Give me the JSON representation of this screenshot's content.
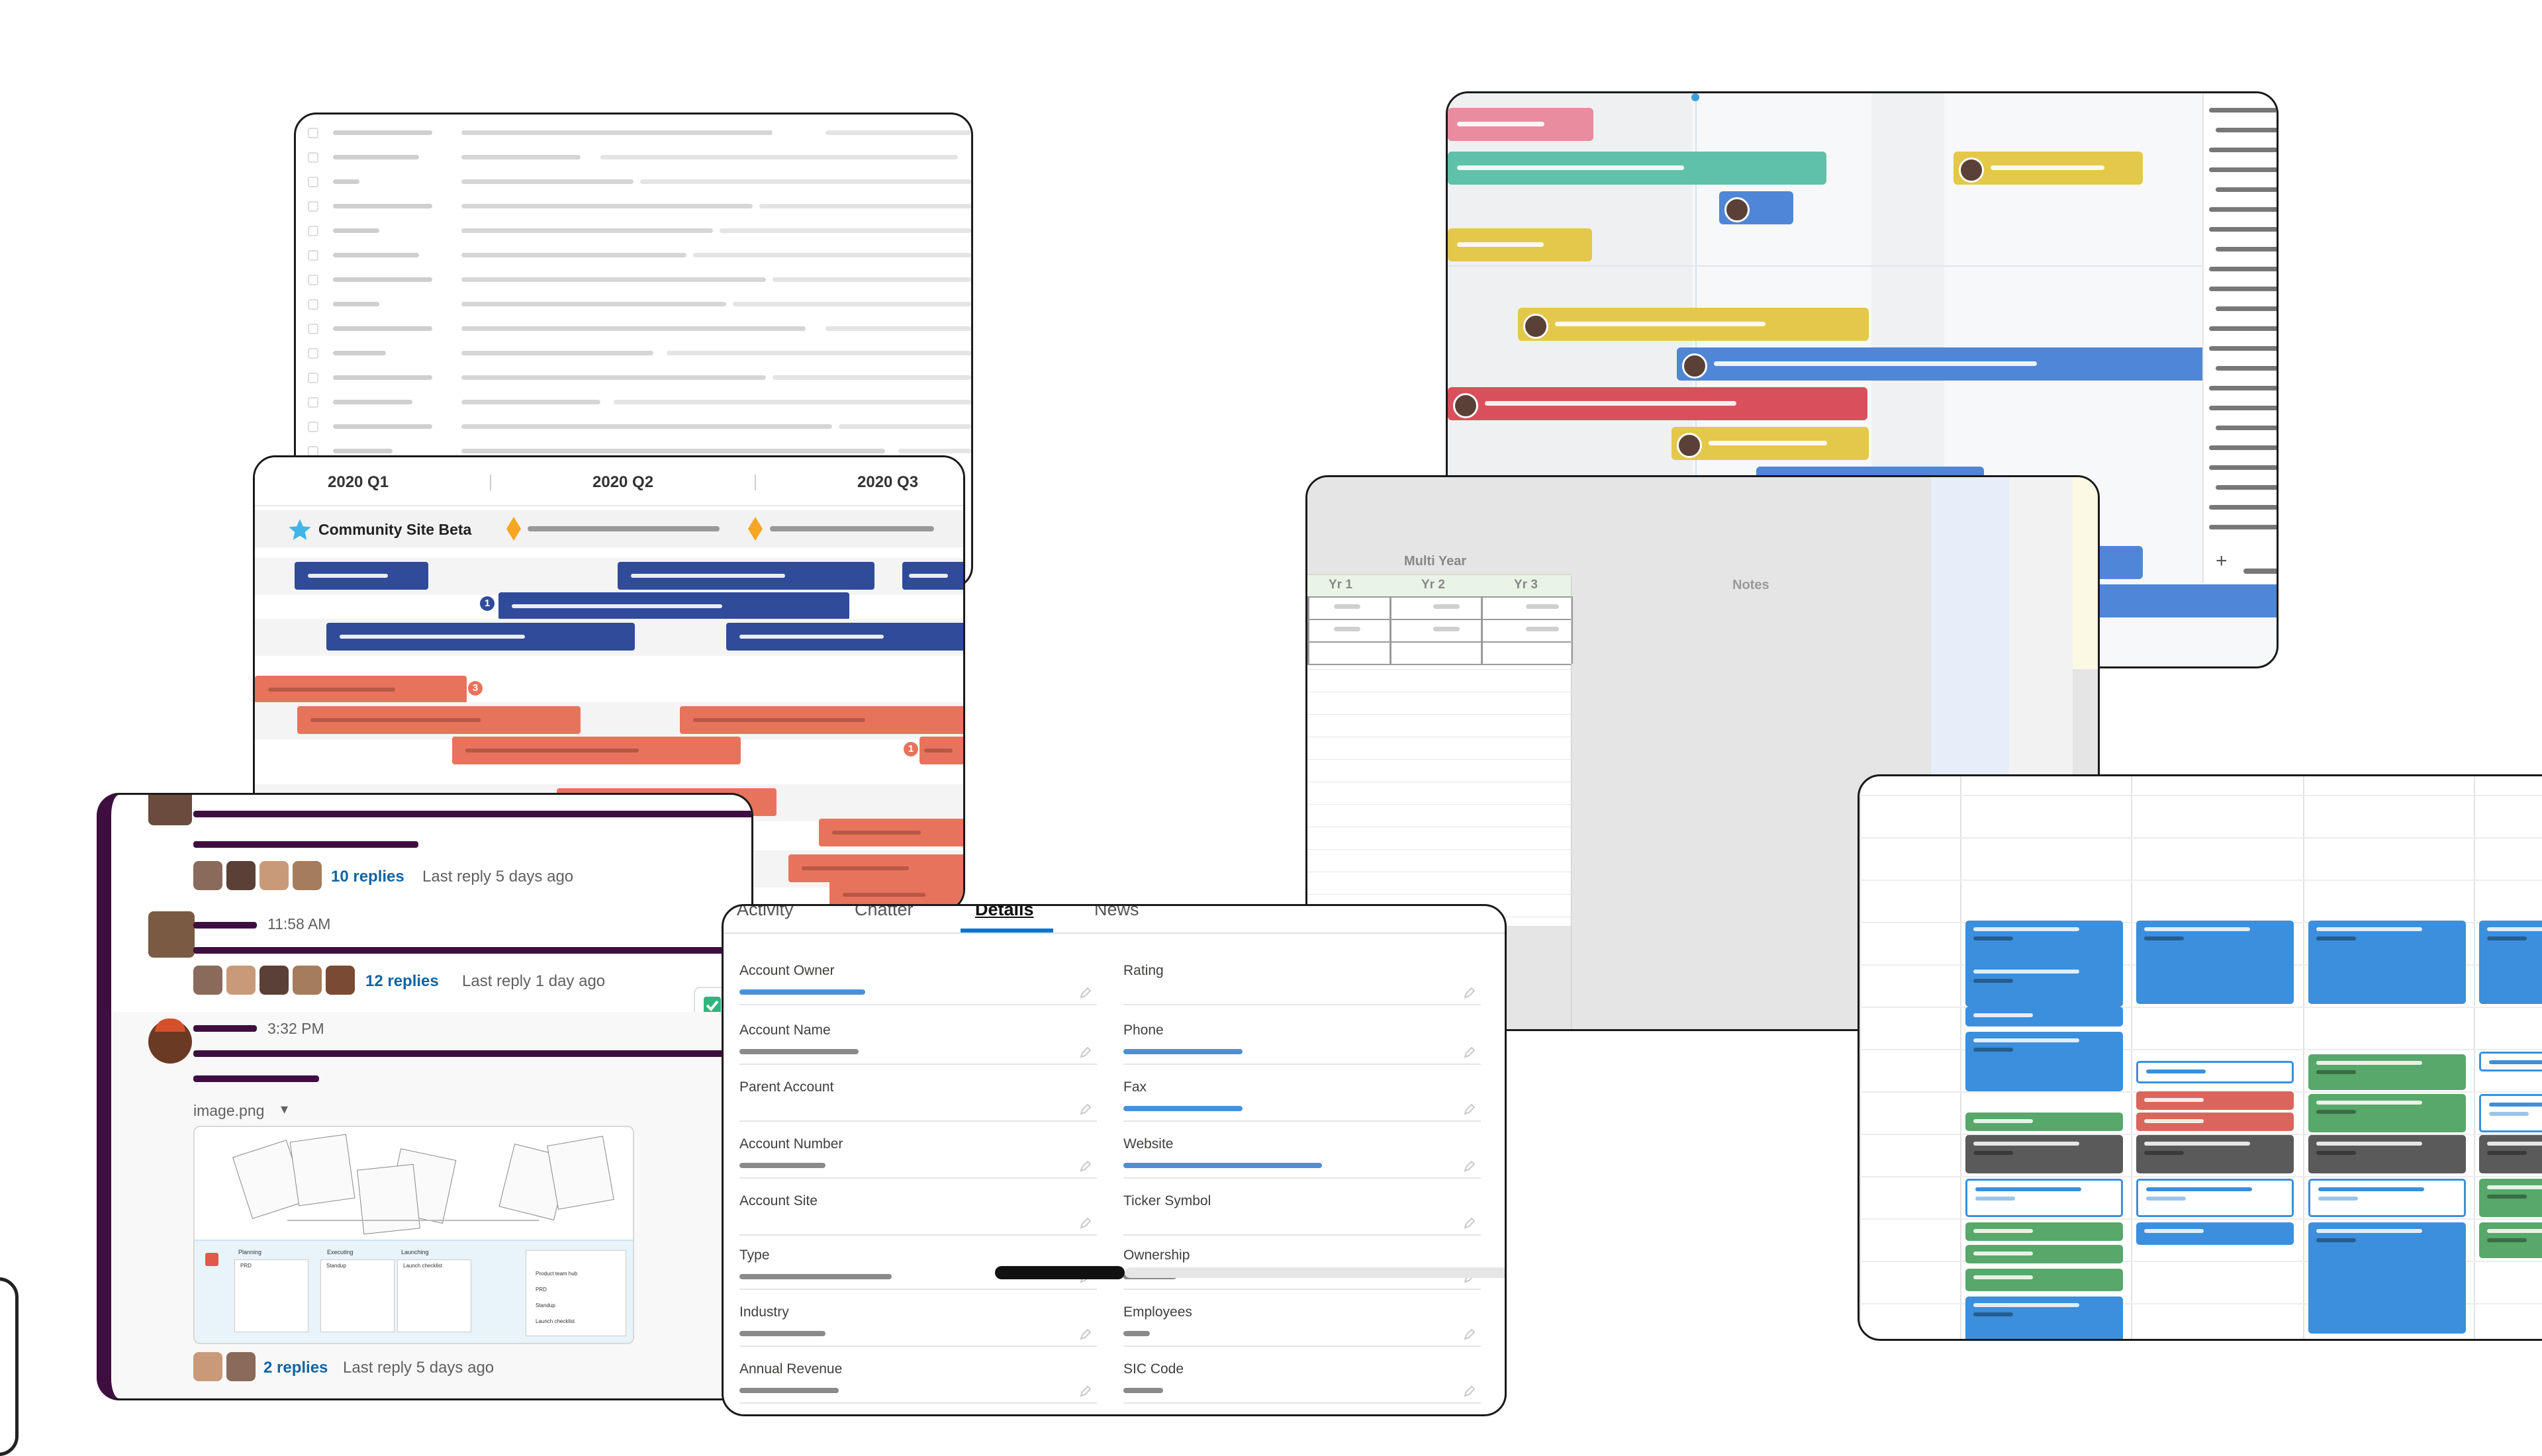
{
  "roadmap": {
    "quarters": [
      "2020 Q1",
      "2020 Q2",
      "2020 Q3"
    ],
    "milestone_label": "Community Site Beta",
    "badges": [
      "1",
      "3",
      "1"
    ],
    "colors": {
      "blue": "#2f4b9a",
      "salmon": "#e8735c",
      "milestone": "#f5a623",
      "star": "#3fb5e8"
    }
  },
  "gantt": {
    "add_label": "+",
    "colors": {
      "pink": "#e98ca0",
      "teal": "#5fc1a8",
      "yellow": "#e3c84a",
      "blue": "#4f86d6",
      "red": "#d9505c"
    }
  },
  "sheet": {
    "group_header": "Multi Year",
    "columns": [
      "Yr 1",
      "Yr 2",
      "Yr 3"
    ],
    "notes_header": "Notes"
  },
  "chat": {
    "thread1": {
      "replies": "10 replies",
      "last_reply": "Last reply 5 days ago"
    },
    "msg2": {
      "time": "11:58 AM",
      "replies": "12 replies",
      "last_reply": "Last reply 1 day ago"
    },
    "msg3": {
      "time": "3:32 PM",
      "file_name": "image.png",
      "file_caret": "▾",
      "replies": "2 replies",
      "last_reply": "Last reply 5 days ago"
    },
    "thumb_columns": [
      "Planning",
      "Executing",
      "Launching"
    ],
    "thumb_cards": [
      "PRD",
      "Standup",
      "Launch checklist"
    ],
    "thumb_side": [
      "Product team hub",
      "PRD",
      "Standup",
      "Launch checklist"
    ],
    "colors": {
      "aubergine": "#3f0e40",
      "link": "#1264a3",
      "check": "#2eb67d"
    }
  },
  "crm": {
    "tabs": [
      "Activity",
      "Chatter",
      "Details",
      "News"
    ],
    "left_fields": [
      "Account Owner",
      "Account Name",
      "Parent Account",
      "Account Number",
      "Account Site",
      "Type",
      "Industry",
      "Annual Revenue"
    ],
    "right_fields": [
      "Rating",
      "Phone",
      "Fax",
      "Website",
      "Ticker Symbol",
      "Ownership",
      "Employees",
      "SIC Code"
    ],
    "colors": {
      "accent": "#0176d3",
      "value_blue": "#4a90d9",
      "value_gray": "#8a8a8a"
    }
  },
  "calendar": {
    "colors": {
      "blue": "#3b8fdc",
      "red": "#d9665c",
      "green": "#57a86a",
      "dark": "#5a5a5a",
      "outline": "#3b8fdc"
    }
  }
}
